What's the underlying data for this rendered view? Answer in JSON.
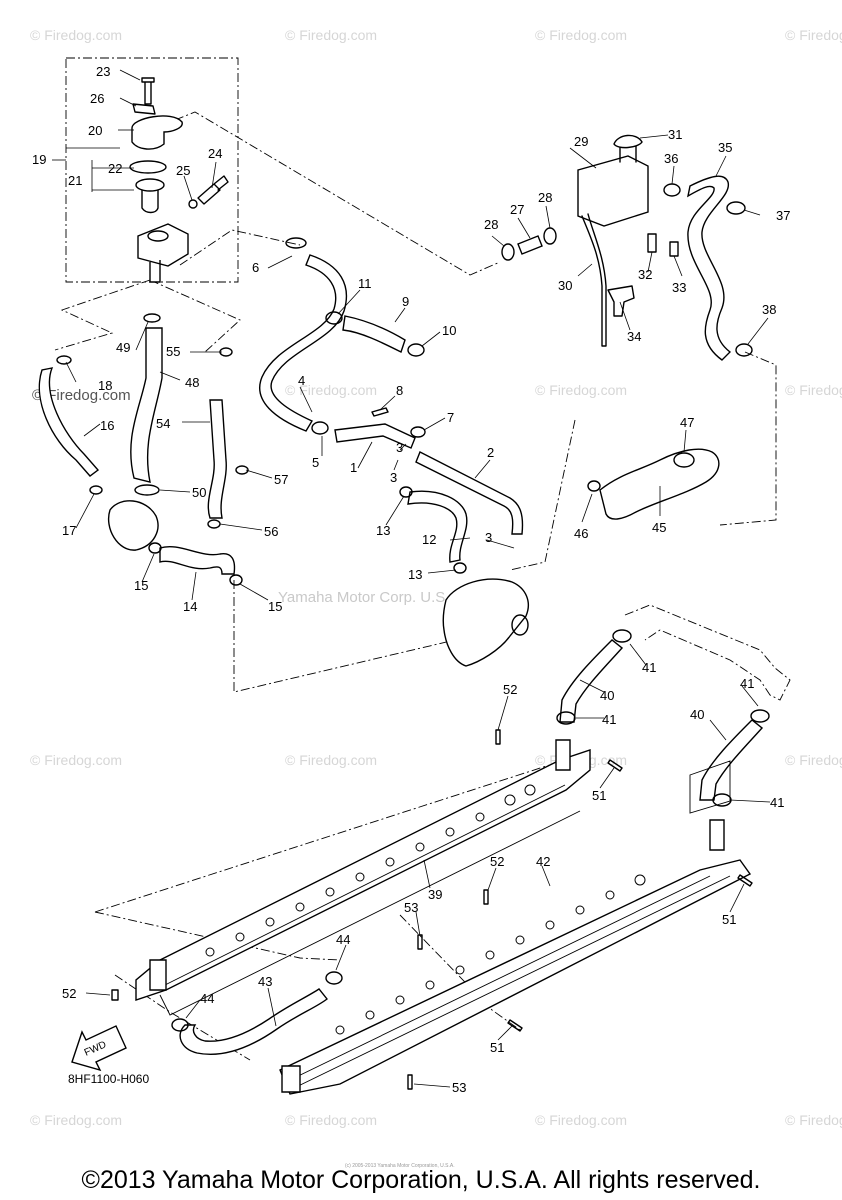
{
  "diagram": {
    "callouts": [
      "1",
      "2",
      "3",
      "3",
      "3",
      "4",
      "5",
      "6",
      "7",
      "8",
      "9",
      "10",
      "11",
      "12",
      "13",
      "13",
      "14",
      "15",
      "15",
      "16",
      "17",
      "18",
      "19",
      "20",
      "21",
      "22",
      "23",
      "24",
      "25",
      "26",
      "27",
      "28",
      "28",
      "29",
      "30",
      "31",
      "32",
      "33",
      "34",
      "35",
      "36",
      "37",
      "38",
      "39",
      "40",
      "40",
      "41",
      "41",
      "41",
      "41",
      "42",
      "43",
      "44",
      "44",
      "45",
      "46",
      "47",
      "48",
      "49",
      "50",
      "51",
      "51",
      "51",
      "52",
      "52",
      "52",
      "53",
      "53",
      "54",
      "55",
      "56",
      "57"
    ],
    "fwd_label": "FWD",
    "part_code": "8HF1100-H060",
    "watermarks": {
      "firedog": "© Firedog.com",
      "firedog_bold": "© Firedog.com",
      "yamaha": "Yamaha Motor Corp. U.S.A."
    }
  },
  "footer": {
    "copyright": "©2013 Yamaha Motor Corporation, U.S.A. All rights reserved.",
    "fine_print": "(c) 2005-2013 Yamaha Motor Corporation, U.S.A."
  }
}
